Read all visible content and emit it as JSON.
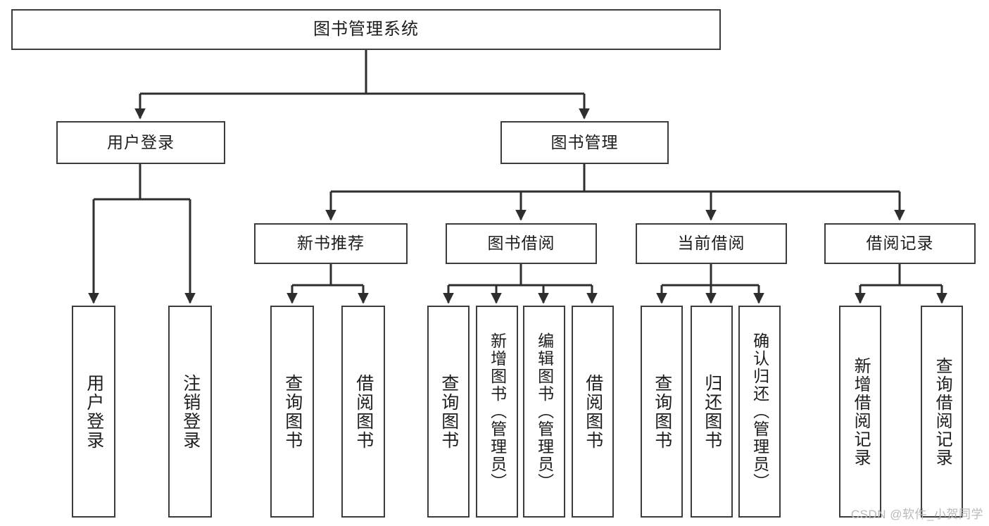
{
  "diagram": {
    "title": "图书管理系统",
    "watermark": "CSDN @软件_小贺同学",
    "colors": {
      "border": "#3c3c3c",
      "background": "#ffffff",
      "text": "#1d1d1d",
      "connector": "#2e2e2e",
      "watermark": "#b9b9b9"
    },
    "root": {
      "label": "图书管理系统"
    },
    "level2": [
      {
        "label": "用户登录"
      },
      {
        "label": "图书管理"
      }
    ],
    "level3": [
      {
        "label": "新书推荐"
      },
      {
        "label": "图书借阅"
      },
      {
        "label": "当前借阅"
      },
      {
        "label": "借阅记录"
      }
    ],
    "leaves": {
      "user_login": [
        {
          "label": "用户登录"
        },
        {
          "label": "注销登录"
        }
      ],
      "new_book_recommend": [
        {
          "label": "查询图书"
        },
        {
          "label": "借阅图书"
        }
      ],
      "book_borrow": [
        {
          "label": "查询图书"
        },
        {
          "label": "新增图书（管理员）"
        },
        {
          "label": "编辑图书（管理员）"
        },
        {
          "label": "借阅图书"
        }
      ],
      "current_borrow": [
        {
          "label": "查询图书"
        },
        {
          "label": "归还图书"
        },
        {
          "label": "确认归还（管理员）"
        }
      ],
      "borrow_record": [
        {
          "label": "新增借阅记录"
        },
        {
          "label": "查询借阅记录"
        }
      ]
    }
  }
}
